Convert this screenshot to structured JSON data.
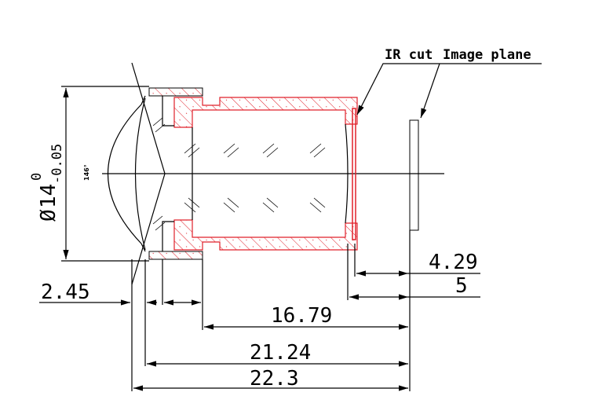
{
  "labels": {
    "ir_cut": "IR cut",
    "image_plane": "Image plane",
    "diameter_symbol": "Ø",
    "diameter_value": "14",
    "tolerance_upper": "0",
    "tolerance_lower": "-0.05",
    "field_angle": "146°"
  },
  "dimensions": {
    "d_4_29": "4.29",
    "d_5": "5",
    "d_16_79": "16.79",
    "d_21_24": "21.24",
    "d_22_3": "22.3",
    "d_2_45": "2.45"
  },
  "colors": {
    "section_hatch": "#e0202a",
    "lines": "#000000"
  }
}
